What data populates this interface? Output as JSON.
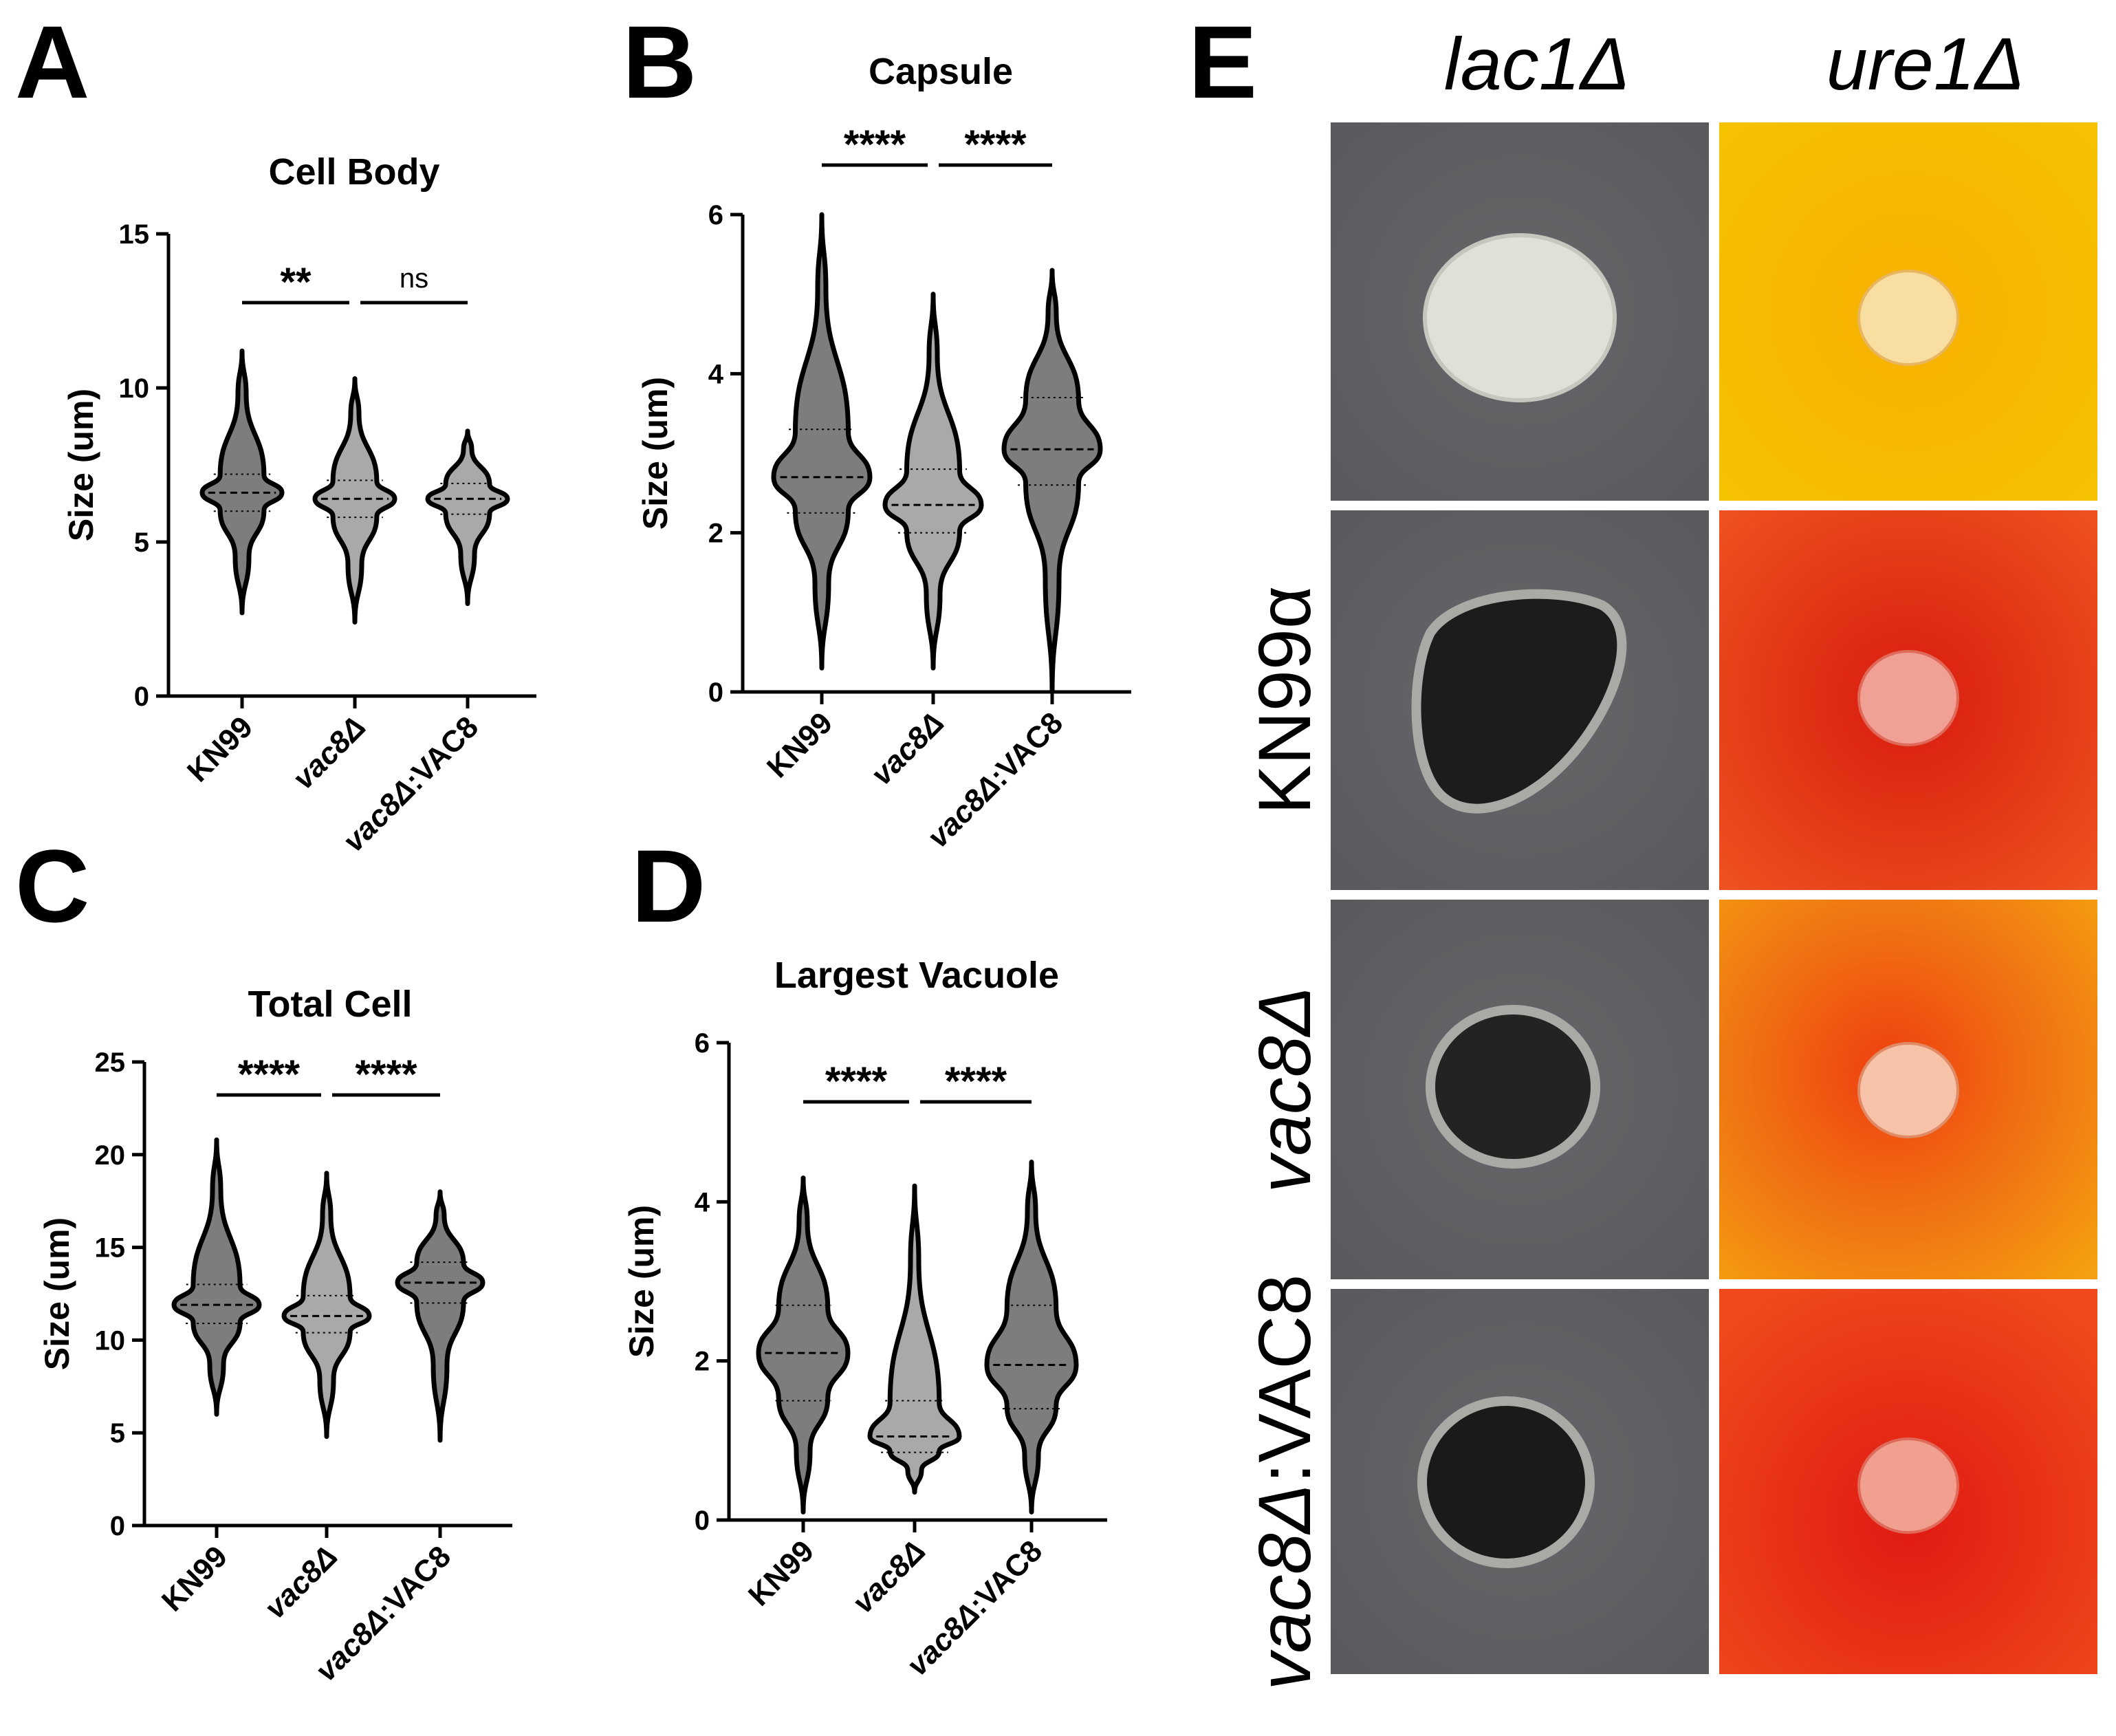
{
  "panels": {
    "A": "A",
    "B": "B",
    "C": "C",
    "D": "D",
    "E": "E"
  },
  "chart_data": [
    {
      "id": "A",
      "type": "violin",
      "title": "Cell Body",
      "ylabel": "Size (um)",
      "ylim": [
        0,
        15
      ],
      "yticks": [
        "0",
        "5",
        "10",
        "15"
      ],
      "categories": [
        "KN99",
        "vac8Δ",
        "vac8Δ:VAC8"
      ],
      "series": [
        {
          "min": 2.7,
          "max": 11.2,
          "median": 6.6,
          "q1": 6.0,
          "q3": 7.2
        },
        {
          "min": 2.4,
          "max": 10.3,
          "median": 6.4,
          "q1": 5.8,
          "q3": 7.0
        },
        {
          "min": 3.0,
          "max": 8.6,
          "median": 6.4,
          "q1": 5.9,
          "q3": 6.9
        }
      ],
      "comparisons": [
        {
          "from": 0,
          "to": 1,
          "label": "**"
        },
        {
          "from": 1,
          "to": 2,
          "label": "ns"
        }
      ]
    },
    {
      "id": "B",
      "type": "violin",
      "title": "Capsule",
      "ylabel": "Size (um)",
      "ylim": [
        0,
        6
      ],
      "yticks": [
        "0",
        "2",
        "4",
        "6"
      ],
      "categories": [
        "KN99",
        "vac8Δ",
        "vac8Δ:VAC8"
      ],
      "series": [
        {
          "min": 0.3,
          "max": 6.0,
          "median": 2.7,
          "q1": 2.25,
          "q3": 3.3
        },
        {
          "min": 0.3,
          "max": 5.0,
          "median": 2.35,
          "q1": 2.0,
          "q3": 2.8
        },
        {
          "min": 0.0,
          "max": 5.3,
          "median": 3.05,
          "q1": 2.6,
          "q3": 3.7
        }
      ],
      "comparisons": [
        {
          "from": 0,
          "to": 1,
          "label": "****"
        },
        {
          "from": 1,
          "to": 2,
          "label": "****"
        }
      ]
    },
    {
      "id": "C",
      "type": "violin",
      "title": "Total Cell",
      "ylabel": "Size (um)",
      "ylim": [
        0,
        25
      ],
      "yticks": [
        "0",
        "5",
        "10",
        "15",
        "20",
        "25"
      ],
      "categories": [
        "KN99",
        "vac8Δ",
        "vac8Δ:VAC8"
      ],
      "series": [
        {
          "min": 6.0,
          "max": 20.8,
          "median": 11.9,
          "q1": 10.9,
          "q3": 13.0
        },
        {
          "min": 4.8,
          "max": 19.0,
          "median": 11.3,
          "q1": 10.4,
          "q3": 12.4
        },
        {
          "min": 4.6,
          "max": 18.0,
          "median": 13.1,
          "q1": 12.0,
          "q3": 14.2
        }
      ],
      "comparisons": [
        {
          "from": 0,
          "to": 1,
          "label": "****"
        },
        {
          "from": 1,
          "to": 2,
          "label": "****"
        }
      ]
    },
    {
      "id": "D",
      "type": "violin",
      "title": "Largest Vacuole",
      "ylabel": "Size (um)",
      "ylim": [
        0,
        6
      ],
      "yticks": [
        "0",
        "2",
        "4",
        "6"
      ],
      "categories": [
        "KN99",
        "vac8Δ",
        "vac8Δ:VAC8"
      ],
      "series": [
        {
          "min": 0.1,
          "max": 4.3,
          "median": 2.1,
          "q1": 1.5,
          "q3": 2.7
        },
        {
          "min": 0.35,
          "max": 4.2,
          "median": 1.05,
          "q1": 0.85,
          "q3": 1.5
        },
        {
          "min": 0.1,
          "max": 4.5,
          "median": 1.95,
          "q1": 1.4,
          "q3": 2.7
        }
      ],
      "comparisons": [
        {
          "from": 0,
          "to": 1,
          "label": "****"
        },
        {
          "from": 1,
          "to": 2,
          "label": "****"
        }
      ]
    }
  ],
  "plates": {
    "columns": [
      "lac1Δ",
      "ure1Δ"
    ],
    "rows": [
      "KN99α",
      "vac8Δ",
      "vac8Δ:VAC8"
    ],
    "colors": {
      "lac1_bg": "#5d5e62",
      "colony_white": "#d9dcd4",
      "colony_dark": "#1c1c1c",
      "ure1_yellow": "#f5b400",
      "ure1_red": "#e83513",
      "ure1_orange": "#f06a12"
    }
  }
}
